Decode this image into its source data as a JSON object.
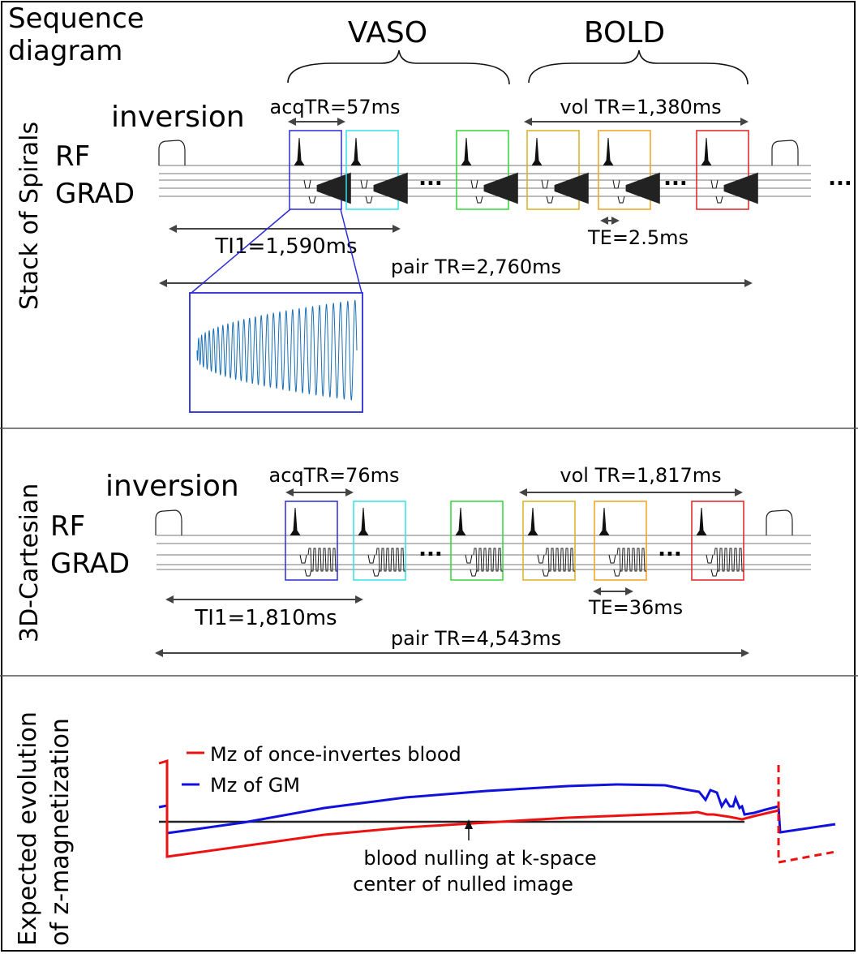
{
  "header": {
    "title_line1": "Sequence",
    "title_line2": "diagram",
    "vaso_label": "VASO",
    "bold_label": "BOLD"
  },
  "panel_spirals": {
    "side_label": "Stack of Spirals",
    "inversion_label": "inversion",
    "rf_label": "RF",
    "grad_label": "GRAD",
    "acq_tr": "acqTR=57ms",
    "vol_tr": "vol TR=1,380ms",
    "ti1": "TI1=1,590ms",
    "te": "TE=2.5ms",
    "pair_tr": "pair TR=2,760ms",
    "ellipsis": "..."
  },
  "panel_cartesian": {
    "side_label": "3D-Cartesian",
    "inversion_label": "inversion",
    "rf_label": "RF",
    "grad_label": "GRAD",
    "acq_tr": "acqTR=76ms",
    "vol_tr": "vol TR=1,817ms",
    "ti1": "TI1=1,810ms",
    "te": "TE=36ms",
    "pair_tr": "pair TR=4,543ms",
    "ellipsis": "..."
  },
  "panel_magnetization": {
    "side_label_line1": "Expected evolution",
    "side_label_line2": "of z-magnetization",
    "legend_blood": "Mz of once-invertes blood",
    "legend_gm": "Mz of GM",
    "annotation_line1": "blood nulling at k-space",
    "annotation_line2": "center of nulled image"
  },
  "colors": {
    "blue_box": "#2a2ad6",
    "cyan_box": "#33e0e8",
    "green_box": "#33d633",
    "orange_box": "#f0a020",
    "gold_box": "#d8b020",
    "red_box": "#e02020",
    "blood_curve": "#ee1111",
    "gm_curve": "#1111dd",
    "spiral_zoom": "#1a6fb5"
  }
}
